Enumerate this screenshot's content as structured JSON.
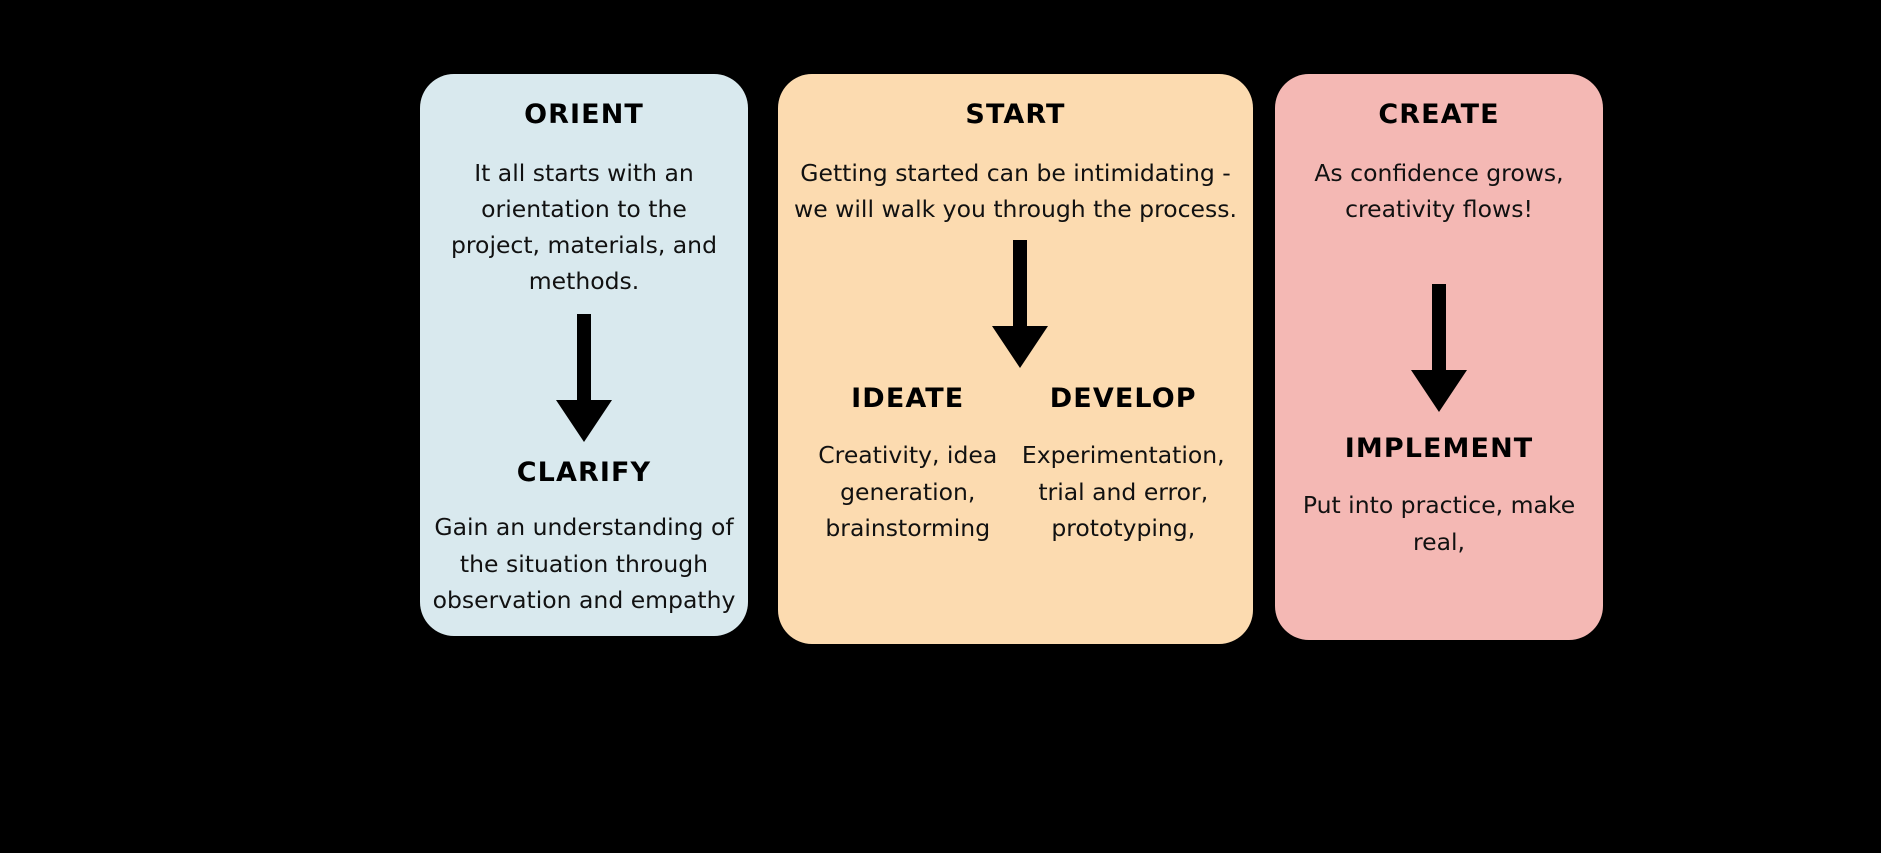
{
  "diagram": {
    "background_color": "#000000",
    "type": "process-flow-cards",
    "cards": [
      {
        "id": "orient",
        "heading": "ORIENT",
        "description": "It all starts with an orientation to the project, materials, and methods.",
        "color": "#d9e9ee",
        "arrow": "down-arrow",
        "sections": [
          {
            "heading": "CLARIFY",
            "description": "Gain an understanding of the situation through observation and empathy"
          }
        ]
      },
      {
        "id": "start",
        "heading": "START",
        "description": "Getting started can be intimidating - we will walk you through the process.",
        "color": "#fcdbb0",
        "arrow": "down-arrow",
        "sections": [
          {
            "heading": "IDEATE",
            "description": "Creativity, idea generation, brainstorming"
          },
          {
            "heading": "DEVELOP",
            "description": "Experimentation, trial and error, prototyping,"
          }
        ]
      },
      {
        "id": "create",
        "heading": "CREATE",
        "description": "As confidence grows, creativity flows!",
        "color": "#f4b8b4",
        "arrow": "down-arrow",
        "sections": [
          {
            "heading": "IMPLEMENT",
            "description": "Put into practice, make real,"
          }
        ]
      }
    ]
  }
}
